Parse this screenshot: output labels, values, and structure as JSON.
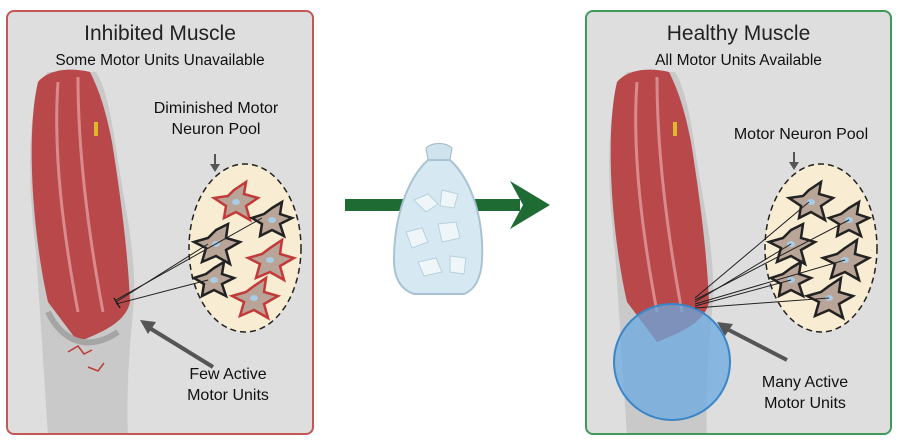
{
  "left_panel": {
    "title": "Inhibited Muscle",
    "subtitle": "Some Motor Units Unavailable",
    "pool_label_line1": "Diminished Motor",
    "pool_label_line2": "Neuron Pool",
    "units_label_line1": "Few Active",
    "units_label_line2": "Motor Units",
    "border_color": "#c65656"
  },
  "right_panel": {
    "title": "Healthy Muscle",
    "subtitle": "All Motor Units Available",
    "pool_label_line1": "Motor Neuron Pool",
    "units_label_line1": "Many Active",
    "units_label_line2": "Motor Units",
    "border_color": "#3f9a5a"
  },
  "center": {
    "icon": "ice-bag-icon",
    "arrow_color": "#1e6b34"
  }
}
